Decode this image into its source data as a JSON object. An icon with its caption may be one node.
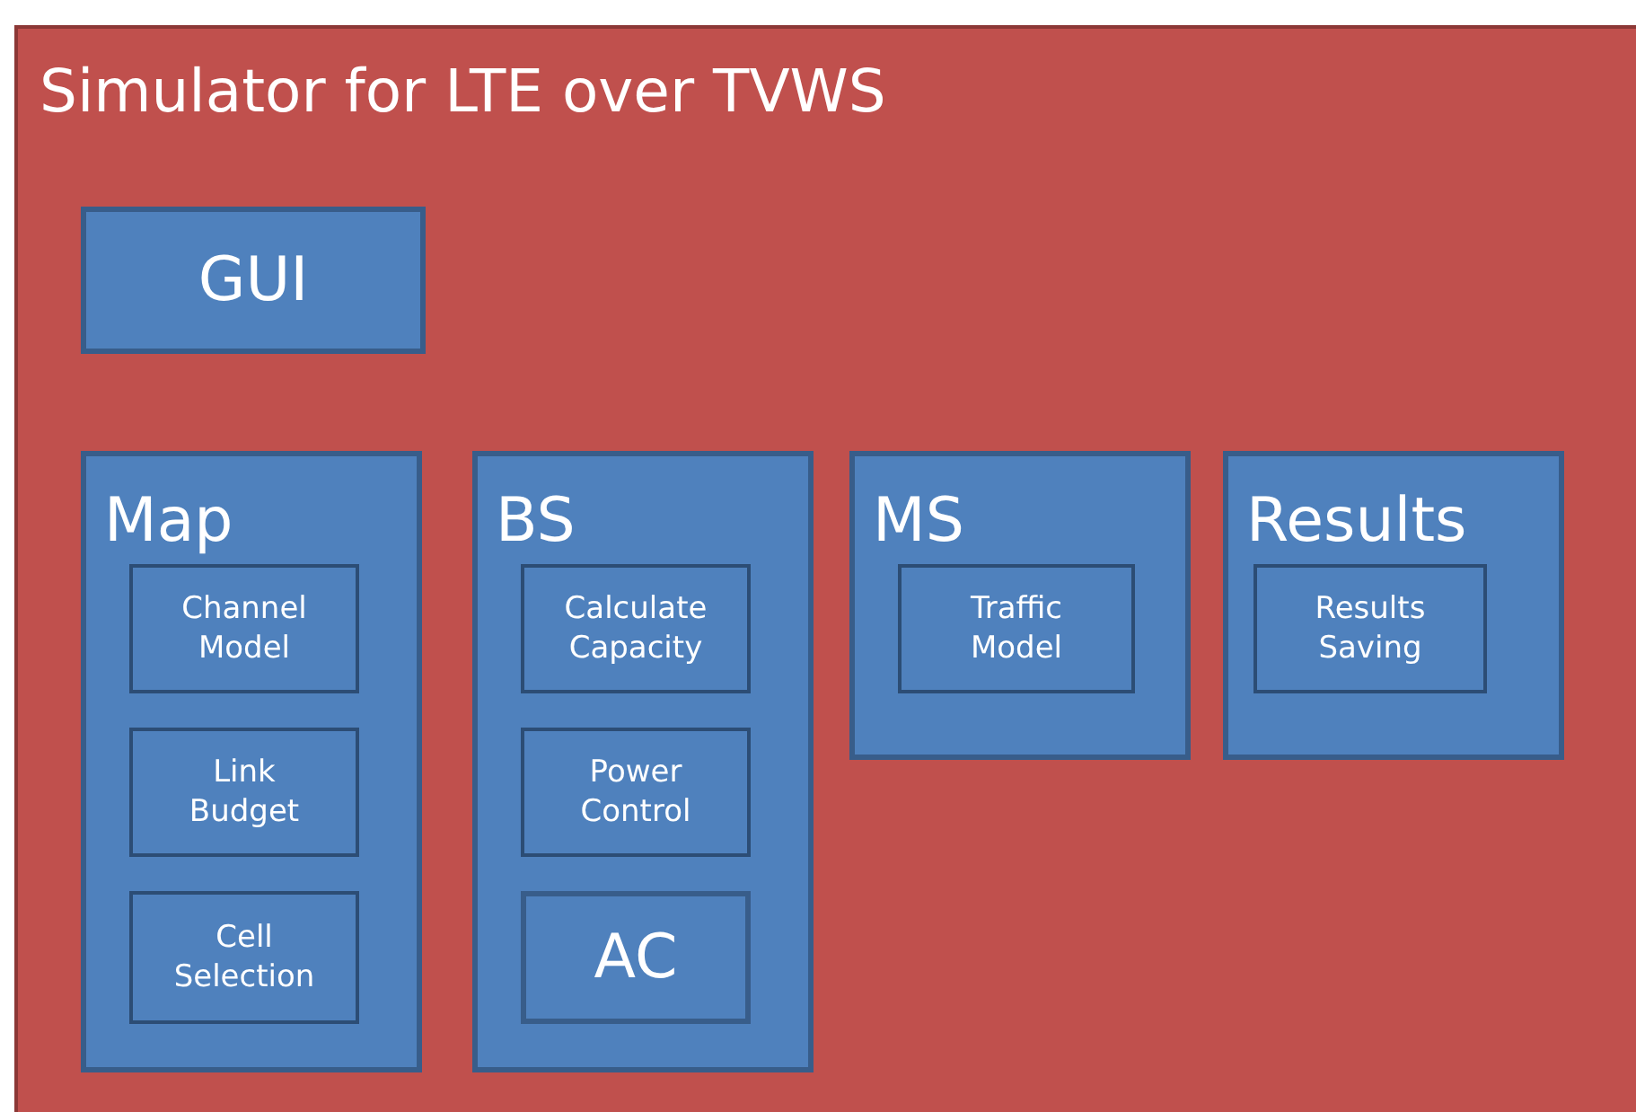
{
  "diagram": {
    "nodes": [
      {
        "text": [
          "Simulator for LTE over TVWS"
        ]
      },
      {
        "text": [
          "GUI"
        ],
        "in": 0
      },
      {
        "text": [
          "Map"
        ],
        "in": 0
      },
      {
        "text": [
          "Channel Model"
        ],
        "in": 2
      },
      {
        "text": [
          "Link Budget"
        ],
        "in": 2
      },
      {
        "text": [
          "Cell Selection"
        ],
        "in": 2
      },
      {
        "text": [
          "BS"
        ],
        "in": 0
      },
      {
        "text": [
          "Calculate Capacity"
        ],
        "in": 6
      },
      {
        "text": [
          "Power Control"
        ],
        "in": 6
      },
      {
        "text": [
          "AC"
        ],
        "in": 6
      },
      {
        "text": [
          "MS"
        ],
        "in": 0
      },
      {
        "text": [
          "Traffic Model"
        ],
        "in": 10
      },
      {
        "text": [
          "Results"
        ],
        "in": 0
      },
      {
        "text": [
          "Results Saving"
        ],
        "in": 12
      }
    ]
  }
}
